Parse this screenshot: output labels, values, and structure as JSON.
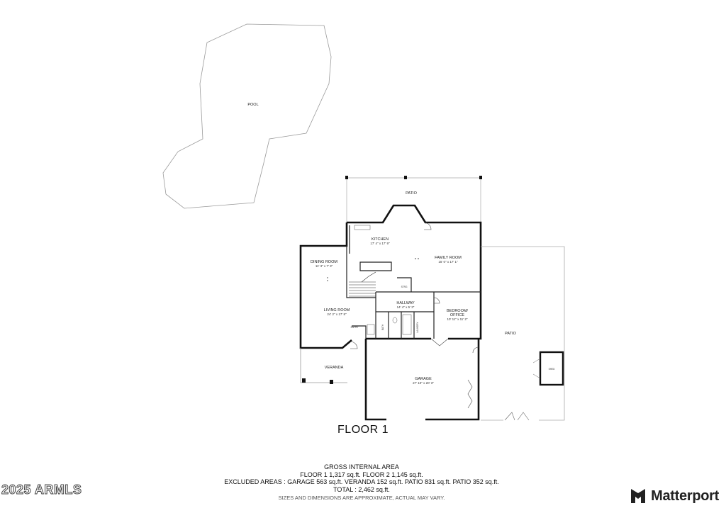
{
  "rooms": {
    "pool": "POOL",
    "patio_top": "PATIO",
    "kitchen": {
      "name": "KITCHEN",
      "dims": "17' 4\" x 17' 9\""
    },
    "family_room": {
      "name": "FAMILY ROOM",
      "dims": "15' 0\" x 17' 1\""
    },
    "dining_room": {
      "name": "DINING ROOM",
      "dims": "11' 3\" x 7' 3\""
    },
    "living_room": {
      "name": "LIVING ROOM",
      "dims": "24' 2\" x 17' 8\""
    },
    "hallway": {
      "name": "HALLWAY",
      "dims": "14' 4\" x 5' 3\""
    },
    "bedroom": {
      "line1": "BEDROOM/",
      "line2": "OFFICE",
      "dims": "10' 11\" x 11' 2\""
    },
    "garage": {
      "name": "GARAGE",
      "dims": "27' 10\" x 20' 3\""
    },
    "patio_right": "PATIO",
    "shed": "SHED",
    "veranda": "VERANDA",
    "entry": "ENTRY",
    "storage": "STRG",
    "bathroom": "BATH",
    "laundry": "LAUNDRY"
  },
  "floor_title": "FLOOR 1",
  "summary": {
    "heading": "GROSS INTERNAL AREA",
    "floors": "FLOOR 1 1,317 sq.ft.   FLOOR 2 1,145 sq.ft.",
    "excluded": "EXCLUDED AREAS :  GARAGE 563 sq.ft.   VERANDA 152 sq.ft.   PATIO 831 sq.ft.   PATIO 352 sq.ft.",
    "total": "TOTAL :  2,462 sq.ft.",
    "disclaimer": "SIZES AND DIMENSIONS ARE APPROXIMATE, ACTUAL MAY VARY."
  },
  "watermark": "2025 ARMLS",
  "brand": {
    "name": "Matterport",
    "logo_icon": "matterport-logo-icon"
  }
}
